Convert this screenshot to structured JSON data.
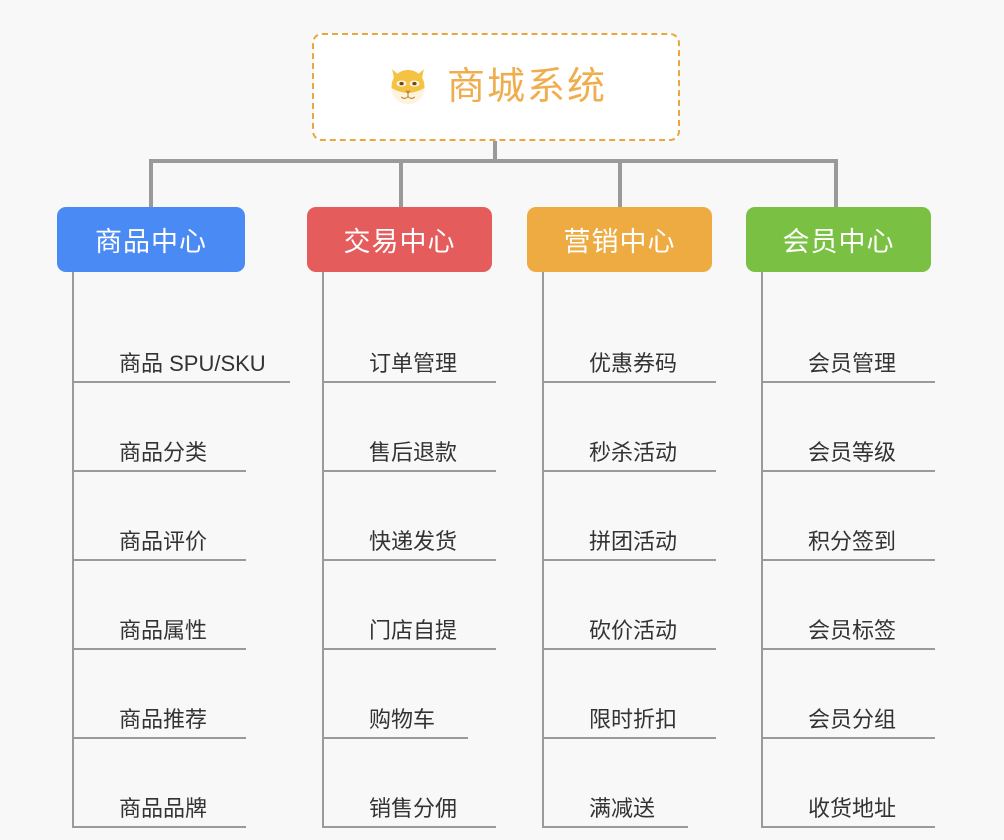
{
  "diagram": {
    "title": "商城系统",
    "type": "mind-map",
    "root_icon": "shiba-dog-icon",
    "background_color": "#f8f8f8",
    "root": {
      "label": "商城系统",
      "text_color": "#f0ad4e",
      "border_color": "#e9a73e",
      "fill_color": "#ffffff",
      "border_style": "dashed"
    },
    "branches": [
      {
        "label": "商品中心",
        "color": "#4a8af4",
        "items": [
          "商品 SPU/SKU",
          "商品分类",
          "商品评价",
          "商品属性",
          "商品推荐",
          "商品品牌"
        ]
      },
      {
        "label": "交易中心",
        "color": "#e55c5c",
        "items": [
          "订单管理",
          "售后退款",
          "快递发货",
          "门店自提",
          "购物车",
          "销售分佣"
        ]
      },
      {
        "label": "营销中心",
        "color": "#eeab41",
        "items": [
          "优惠券码",
          "秒杀活动",
          "拼团活动",
          "砍价活动",
          "限时折扣",
          "满减送"
        ]
      },
      {
        "label": "会员中心",
        "color": "#7ac143",
        "items": [
          "会员管理",
          "会员等级",
          "积分签到",
          "会员标签",
          "会员分组",
          "收货地址"
        ]
      }
    ],
    "connector_color": "#9a9a9a"
  }
}
